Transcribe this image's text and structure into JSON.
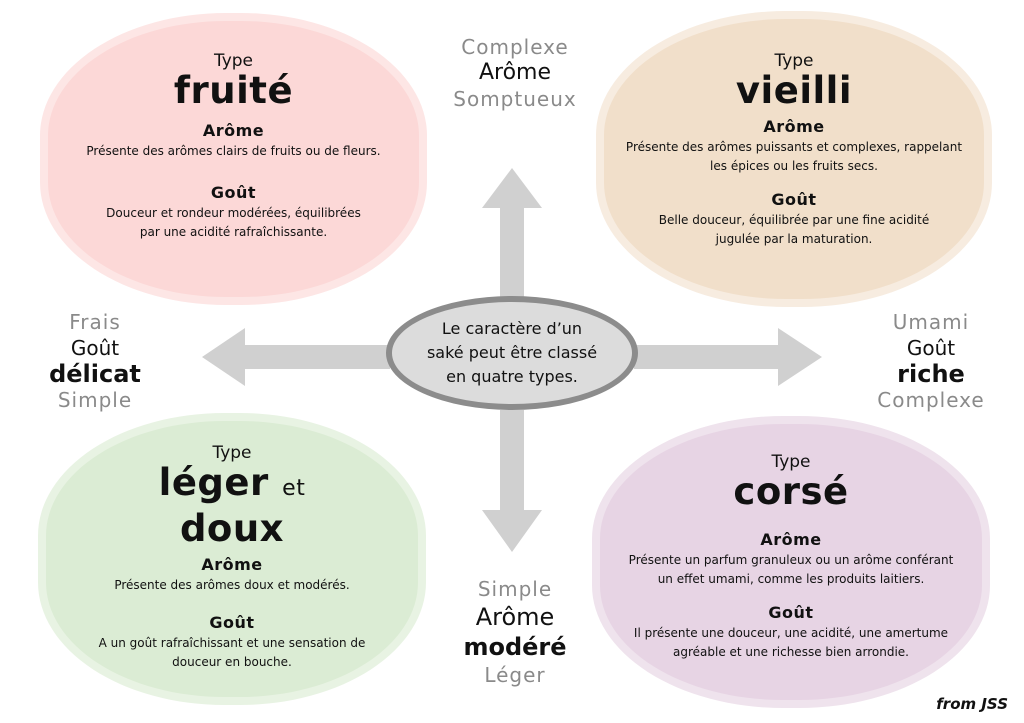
{
  "center_text": [
    "Le caractère d’un",
    "saké peut être classé",
    "en quatre types."
  ],
  "axes": {
    "top": [
      "Complexe",
      "Arôme",
      "Somptueux"
    ],
    "bottom": [
      "Simple",
      "Arôme",
      "modéré",
      "Léger"
    ],
    "left": [
      "Frais",
      "Goût",
      "délicat",
      "Simple"
    ],
    "right": [
      "Umami",
      "Goût",
      "riche",
      "Complexe"
    ]
  },
  "quadrants": {
    "top_left": {
      "type_label": "Type",
      "name": "fruité",
      "aroma_title": "Arôme",
      "aroma_text": [
        "Présente des arômes clairs de fruits ou de fleurs."
      ],
      "taste_title": "Goût",
      "taste_text": [
        "Douceur et rondeur modérées, équilibrées",
        "par une acidité rafraîchissante."
      ]
    },
    "top_right": {
      "type_label": "Type",
      "name": "vieilli",
      "aroma_title": "Arôme",
      "aroma_text": [
        "Présente des arômes puissants et complexes, rappelant",
        "les épices ou les fruits secs."
      ],
      "taste_title": "Goût",
      "taste_text": [
        "Belle douceur, équilibrée par une fine acidité",
        "jugulée par la maturation."
      ]
    },
    "bottom_left": {
      "type_label": "Type",
      "name_line1": "léger",
      "name_connector": "et",
      "name_line2": "doux",
      "aroma_title": "Arôme",
      "aroma_text": [
        "Présente des arômes doux et modérés."
      ],
      "taste_title": "Goût",
      "taste_text": [
        "A un goût rafraîchissant et une sensation de",
        "douceur en bouche."
      ]
    },
    "bottom_right": {
      "type_label": "Type",
      "name": "corsé",
      "aroma_title": "Arôme",
      "aroma_text": [
        "Présente un parfum granuleux ou un arôme conférant",
        "un effet umami, comme les produits laitiers."
      ],
      "taste_title": "Goût",
      "taste_text": [
        "Il présente une douceur, une acidité, une amertume",
        "agréable et une richesse bien arrondie."
      ]
    }
  },
  "credit": "from JSS",
  "colors": {
    "fruity": "#fcd8d7",
    "aged": "#f1dfca",
    "light_smooth": "#dbecd4",
    "rich": "#e7d4e4",
    "arrow": "#d0d0d0",
    "center_fill": "#dcdcdc",
    "center_border": "#8c8c8c",
    "muted_text": "#8a8a8a"
  }
}
